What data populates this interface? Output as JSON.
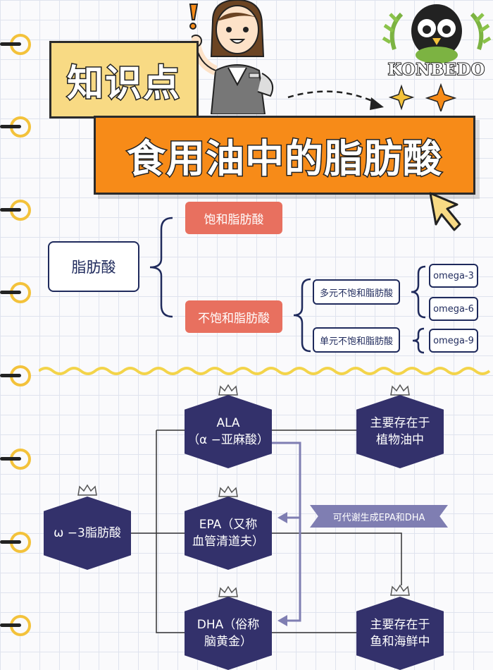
{
  "title": {
    "small": "知识点",
    "big": "食用油中的脂肪酸"
  },
  "brand": "KONBEDO",
  "mindmap": {
    "root": "脂肪酸",
    "saturated": "饱和脂肪酸",
    "unsaturated": "不饱和脂肪酸",
    "poly": "多元不饱和脂肪酸",
    "mono": "单元不饱和脂肪酸",
    "omega3": "omega-3",
    "omega6": "omega-6",
    "omega9": "omega-9"
  },
  "flow": {
    "root": "ω −3脂肪酸",
    "ala_line1": "ALA",
    "ala_line2": "（α −亚麻酸）",
    "epa_line1": "EPA（又称",
    "epa_line2": "血管清道夫）",
    "dha_line1": "DHA（俗称",
    "dha_line2": "脑黄金）",
    "plant_line1": "主要存在于",
    "plant_line2": "植物油中",
    "fish_line1": "主要存在于",
    "fish_line2": "鱼和海鲜中",
    "callout": "可代谢生成EPA和DHA"
  },
  "colors": {
    "orange": "#f78b18",
    "yellow": "#f8da84",
    "navy": "#1f2a5c",
    "hex": "#33316b",
    "salmon": "#e8705f",
    "callout": "#7f7eb2",
    "ring": "#f3c23b"
  }
}
